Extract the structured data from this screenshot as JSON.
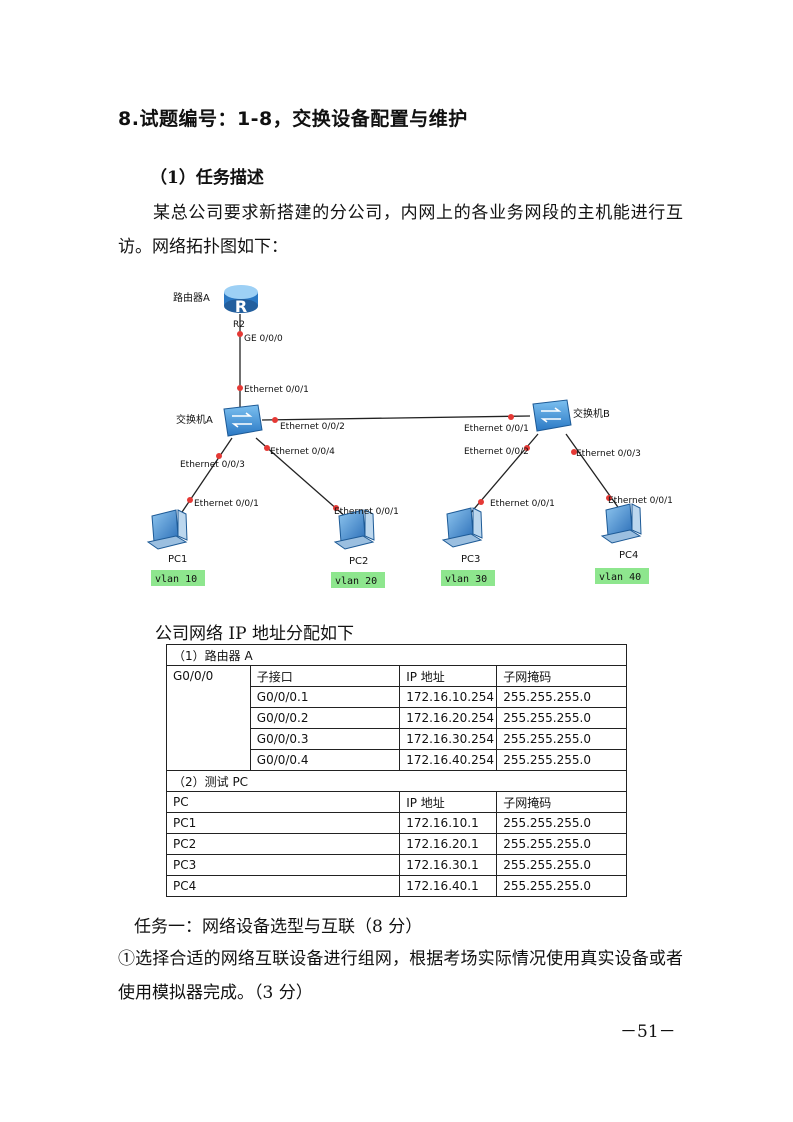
{
  "heading": "8.试题编号：1-8，交换设备配置与维护",
  "section1": "（1）任务描述",
  "intro": "某总公司要求新搭建的分公司，内网上的各业务网段的主机能进行互访。网络拓扑图如下：",
  "topology": {
    "router": {
      "label": "路由器A",
      "name": "R2",
      "port": "GE 0/0/0",
      "icon_letter": "R"
    },
    "switch_a": {
      "label": "交换机A",
      "uplink": "Ethernet 0/0/1",
      "trunk": "Ethernet 0/0/2",
      "p3": "Ethernet 0/0/3",
      "p4": "Ethernet 0/0/4"
    },
    "switch_b": {
      "label": "交换机B",
      "trunk": "Ethernet 0/0/1",
      "p2": "Ethernet 0/0/2",
      "p3": "Ethernet 0/0/3"
    },
    "pcs": [
      {
        "name": "PC1",
        "port": "Ethernet 0/0/1",
        "vlan": "vlan 10"
      },
      {
        "name": "PC2",
        "port": "Ethernet 0/0/1",
        "vlan": "vlan 20"
      },
      {
        "name": "PC3",
        "port": "Ethernet 0/0/1",
        "vlan": "vlan 30"
      },
      {
        "name": "PC4",
        "port": "Ethernet 0/0/1",
        "vlan": "vlan 40"
      }
    ],
    "colors": {
      "link": "#222222",
      "port_dot": "#e53935",
      "vlan_bg": "#8ee68e",
      "device": "#3b8fd8"
    }
  },
  "ip_caption": "公司网络 IP 地址分配如下",
  "ip_table": {
    "router_section": "（1）路由器 A",
    "router_iface": "G0/0/0",
    "router_headers": [
      "子接口",
      "IP 地址",
      "子网掩码"
    ],
    "router_rows": [
      [
        "G0/0/0.1",
        "172.16.10.254",
        "255.255.255.0"
      ],
      [
        "G0/0/0.2",
        "172.16.20.254",
        "255.255.255.0"
      ],
      [
        "G0/0/0.3",
        "172.16.30.254",
        "255.255.255.0"
      ],
      [
        "G0/0/0.4",
        "172.16.40.254",
        "255.255.255.0"
      ]
    ],
    "pc_section": "（2）测试 PC",
    "pc_headers": [
      "PC",
      "IP 地址",
      "子网掩码"
    ],
    "pc_rows": [
      [
        "PC1",
        "172.16.10.1",
        "255.255.255.0"
      ],
      [
        "PC2",
        "172.16.20.1",
        "255.255.255.0"
      ],
      [
        "PC3",
        "172.16.30.1",
        "255.255.255.0"
      ],
      [
        "PC4",
        "172.16.40.1",
        "255.255.255.0"
      ]
    ]
  },
  "task1": "任务一：网络设备选型与互联（8 分）",
  "task1_item": "①选择合适的网络互联设备进行组网，根据考场实际情况使用真实设备或者使用模拟器完成。（3 分）",
  "page_number": "－51－"
}
